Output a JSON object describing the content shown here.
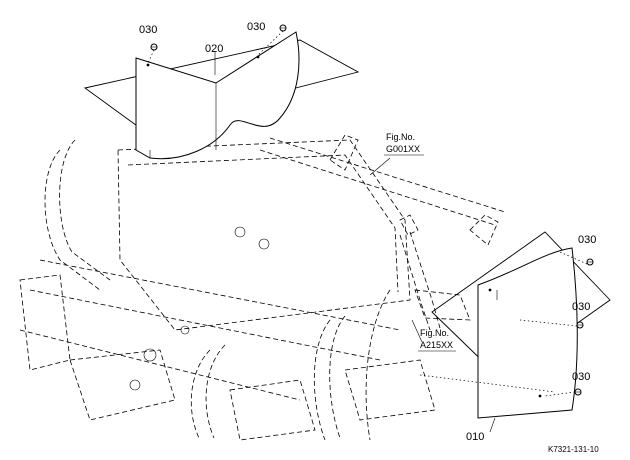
{
  "labels": {
    "cover_right": "010",
    "cover_left": "020",
    "bolt_1": "030",
    "bolt_2": "030",
    "bolt_3": "030",
    "bolt_4": "030",
    "bolt_5": "030"
  },
  "fig_refs": {
    "ref_a": {
      "line1": "Fig.No.",
      "line2": "G001XX"
    },
    "ref_b": {
      "line1": "Fig.No.",
      "line2": "A215XX"
    }
  },
  "drawing_code": "K7321-131-10"
}
